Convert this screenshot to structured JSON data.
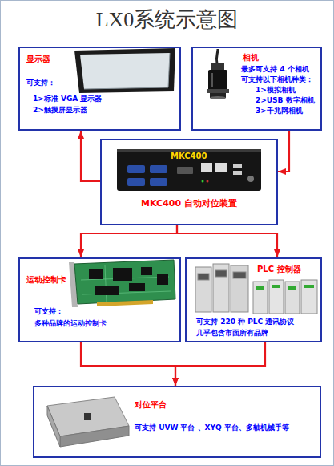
{
  "diagram": {
    "title": "LX0系统示意图",
    "nodes": [
      {
        "text": [
          "显示器",
          "可支持：",
          "1>标准 VGA 显示器",
          "2>触摸屏显示器"
        ]
      },
      {
        "text": [
          "相机",
          "最多可支持 4 个相机",
          "可支持以下相机种类：",
          "1>模拟相机",
          "2>USB 数字相机",
          "3>千兆网相机"
        ]
      },
      {
        "text": [
          "MKC400 自动对位装置"
        ]
      },
      {
        "text": [
          "运动控制卡",
          "可支持：",
          "多种品牌的运动控制卡"
        ]
      },
      {
        "text": [
          "PLC 控制器",
          "可支持 220 种 PLC 通讯协议",
          "几乎包含市面所有品牌"
        ]
      },
      {
        "text": [
          "对位平台",
          "可支持 UVW 平台 、XYQ 平台、多轴机械手等"
        ]
      }
    ],
    "edges": [
      {
        "from": 2,
        "to": 0,
        "arrow": "to"
      },
      {
        "from": 1,
        "to": 2,
        "arrow": "to"
      },
      {
        "from": 2,
        "to": 3,
        "arrow": "to"
      },
      {
        "from": 2,
        "to": 4,
        "arrow": "to"
      },
      {
        "from": 3,
        "to": 5,
        "arrow": "to"
      },
      {
        "from": 4,
        "to": 5,
        "arrow": "to"
      }
    ],
    "labels": [
      "MKC400"
    ]
  }
}
